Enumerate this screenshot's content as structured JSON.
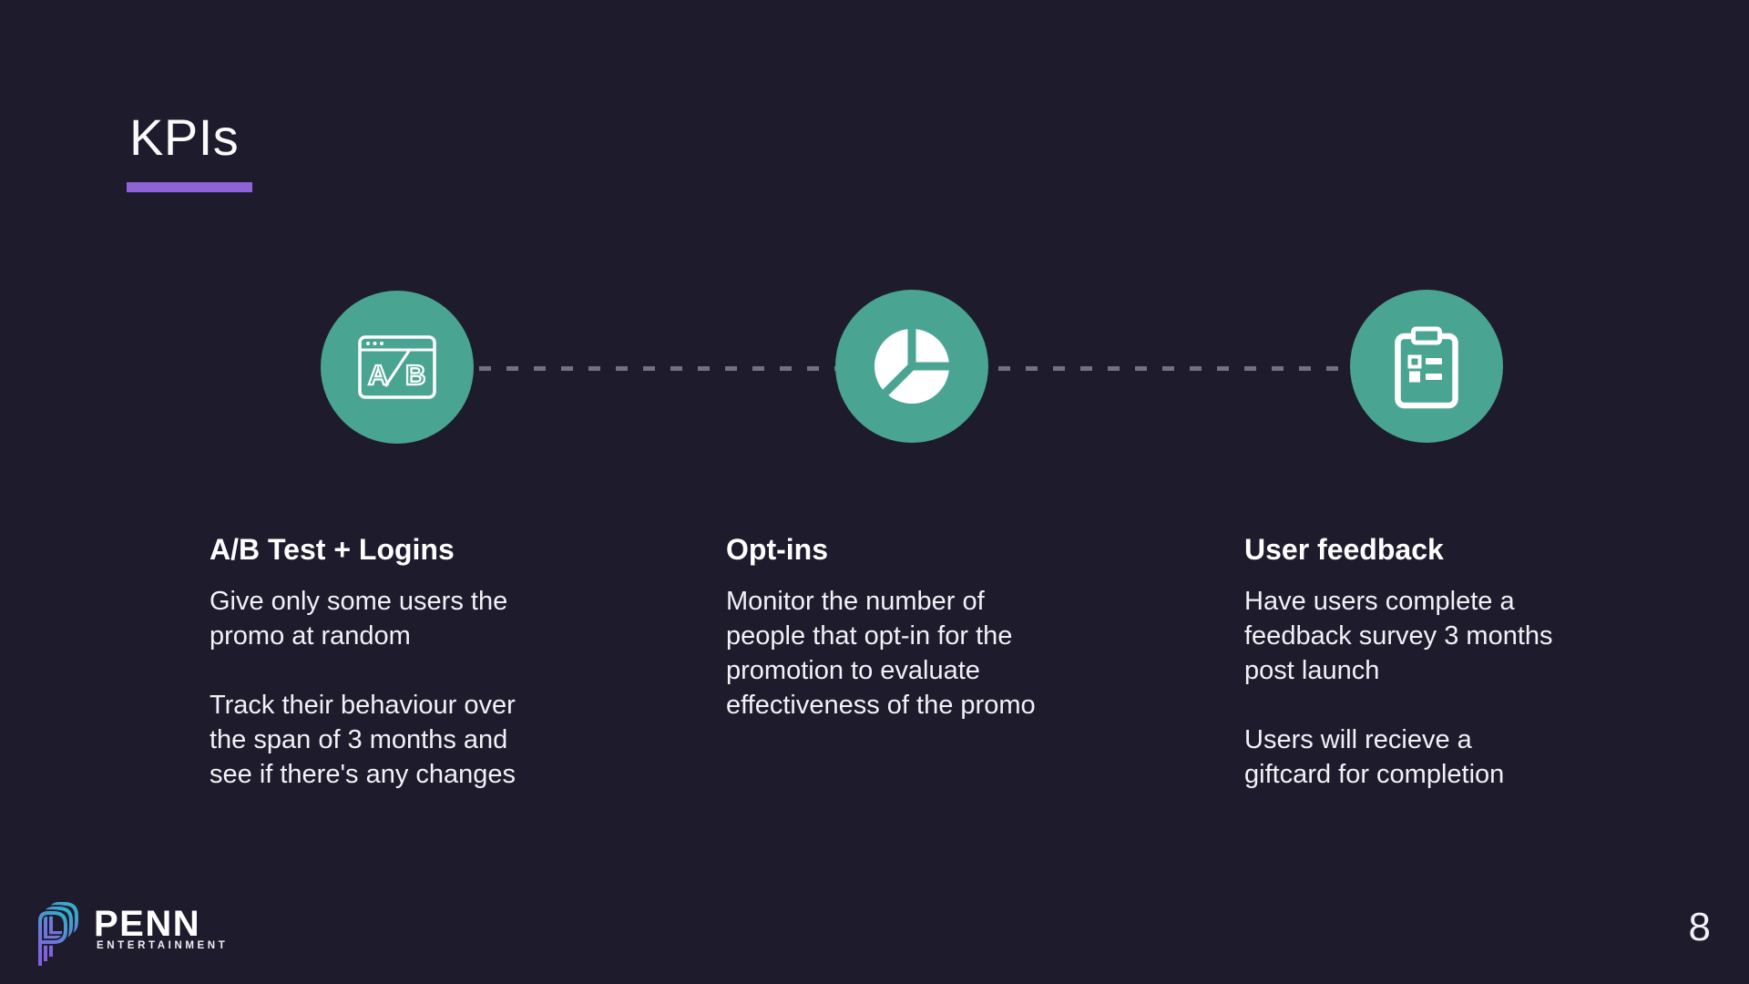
{
  "slide": {
    "title": "KPIs",
    "page_number": "8",
    "background_color": "#1e1b2d",
    "accent_teal": "#4aa492",
    "accent_purple": "#8c64d7",
    "dash_color": "#73717d"
  },
  "columns": [
    {
      "icon": "ab-test-browser-icon",
      "icon_letters": {
        "a": "A",
        "b": "B"
      },
      "heading": "A/B Test + Logins",
      "body": "Give only some users the\npromo at random\n\nTrack their behaviour over\nthe span of 3 months and\nsee if there's any changes"
    },
    {
      "icon": "pie-chart-icon",
      "heading": "Opt-ins",
      "body": "Monitor the number of\npeople that opt-in for the\npromotion to evaluate\neffectiveness of the promo"
    },
    {
      "icon": "clipboard-checklist-icon",
      "heading": "User feedback",
      "body": "Have users complete a\nfeedback survey 3 months\npost launch\n\nUsers will recieve a\ngiftcard for completion"
    }
  ],
  "footer": {
    "logo_brand": "PENN",
    "logo_subtext": "ENTERTAINMENT"
  }
}
